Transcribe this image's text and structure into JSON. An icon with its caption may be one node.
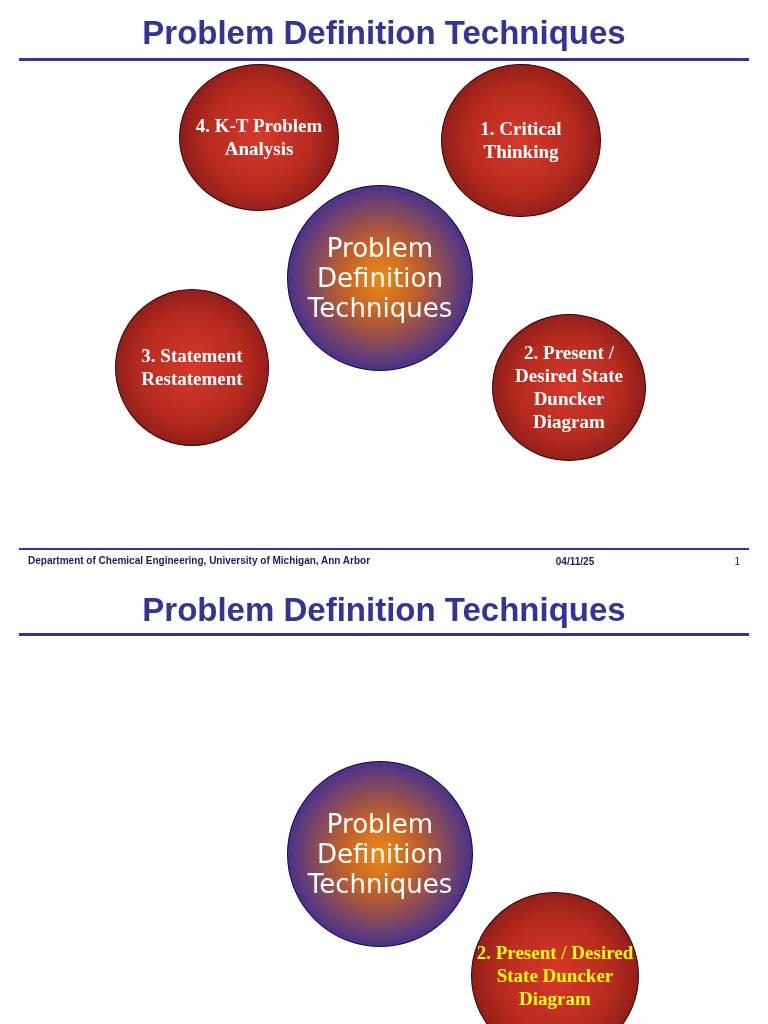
{
  "diagram": {
    "title": "Problem Definition Techniques",
    "nodes": [
      {
        "text": [
          "4. K-T Problem Analysis"
        ]
      },
      {
        "text": [
          "1. Critical Thinking"
        ]
      },
      {
        "text": [
          "Problem Definition Techniques"
        ]
      },
      {
        "text": [
          "3. Statement Restatement"
        ]
      },
      {
        "text": [
          "2. Present / Desired State Duncker Diagram"
        ]
      },
      {
        "text": [
          "Problem Definition Techniques"
        ]
      },
      {
        "text": [
          "2. Present / Desired State Duncker Diagram"
        ]
      }
    ],
    "labels": [
      "Department of Chemical Engineering, University of Michigan, Ann Arbor",
      "04/11/25",
      "1",
      "Problem Definition Techniques"
    ]
  }
}
